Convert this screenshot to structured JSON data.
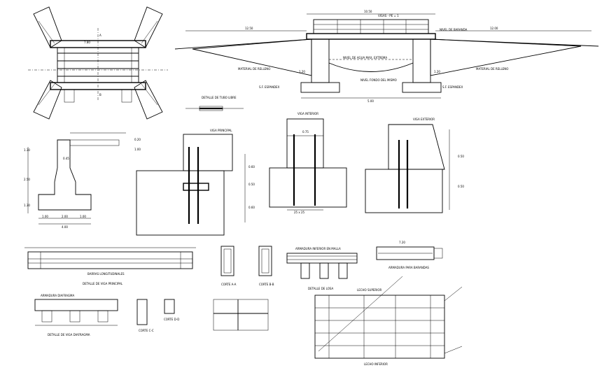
{
  "labels": {
    "plan_overall_length": "7.80",
    "elev_deck": "VIGAS - PE = 1",
    "elev_dim_top": "10.50",
    "elev_dim_left": "12.50",
    "elev_dim_right": "12.00",
    "elev_baranda": "NIVEL DE BARANDA",
    "elev_agua": "NIVEL DE AGUA MAX. EXTREMA",
    "elev_fondo": "NIVEL FONDO DEL MISMO",
    "elev_relleno_l": "MATERIAL DE RELLENO",
    "elev_relleno_r": "MATERIAL DE RELLENO",
    "elev_h_left": "1.20",
    "elev_h_right": "1.20",
    "elev_base_width": "5.00",
    "elev_ff_left": "S.F. ESPANDEX",
    "elev_ff_right": "S.F. ESPANDEX",
    "detail_puerto": "DETALLE DE TUBO LIBRE",
    "abut_h1": "1.30",
    "abut_h2": "2.50",
    "abut_h3": "1.30",
    "abut_d1": "1.00",
    "abut_d2": "2.00",
    "abut_d3": "1.00",
    "abut_total": "4.00",
    "abut_top_dim": "0.45",
    "abut_side_top": "0.20",
    "abut_side_mid": "1.00",
    "sec1_title": "VIGA PRINCIPAL",
    "sec1_dim_right_top": "0.60",
    "sec1_dim_right_mid": "0.50",
    "sec1_dim_right_bot": "0.60",
    "sec2_title": "VIGA INTERIOR",
    "sec2_width": "0.75",
    "sec2_bot": "25 x 25",
    "sec3_title": "VIGA EXTERIOR",
    "sec3_dim_a": "0.50",
    "sec3_dim_b": "0.50",
    "beam_detail": "DETALLE DE VIGA PRINCIPAL",
    "beam_note": "BARRAS LONGITUDINALES",
    "sec_aa": "CORTE A-A",
    "sec_bb": "CORTE B-B",
    "slab_detail": "DETALLE DE LOSA",
    "slab_note": "ARMADURA INFERIOR EN MALLA",
    "armadura_top": "7.20",
    "armadura_note": "ARMADURA PARA BARANDAS",
    "diaf_detail": "DETALLE DE VIGA DIAFRAGMA",
    "diaf_note": "ARMADURA DIAFRAGMA",
    "sec_cc": "CORTE C-C",
    "sec_dd": "CORTE D-D",
    "losa_sup": "LECHO SUPERIOR",
    "losa_inf": "LECHO INFERIOR",
    "plan_b": "B",
    "plan_a": "A"
  }
}
